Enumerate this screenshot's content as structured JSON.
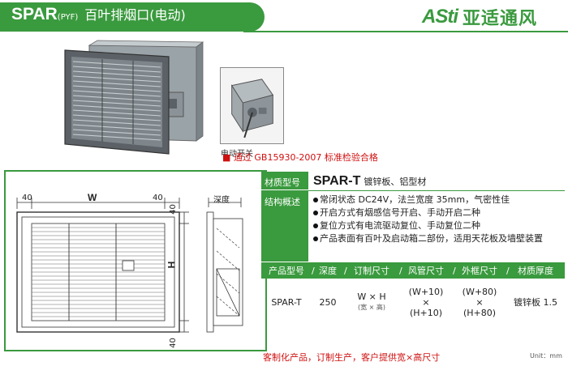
{
  "header": {
    "model": "SPAR",
    "model_code": "(PYF)",
    "title_cn": "百叶排烟口(电动)"
  },
  "logo": {
    "mark": "ASti",
    "name": "亚适通风"
  },
  "colors": {
    "brand_green": "#3a9a3e",
    "note_red": "#d01010"
  },
  "inset_label": "电动开关",
  "certification": "■ 通过 GB15930-2007 标准检验合格",
  "drawing": {
    "width_label": "W",
    "height_label": "H",
    "margin_left": "40",
    "margin_right": "40",
    "margin_top": "40",
    "margin_bottom": "40",
    "depth_label": "深度"
  },
  "spec": {
    "material_key": "材质型号",
    "material_model": "SPAR-T",
    "material_desc": "镀锌板、铝型材",
    "structure_key": "结构概述",
    "features": [
      "常闭状态 DC24V，法兰宽度 35mm，气密性佳",
      "开启方式有烟感信号开启、手动开启二种",
      "复位方式有电流驱动复位、手动复位二种",
      "产品表面有百叶及启动箱二部份，适用天花板及墙壁装置"
    ]
  },
  "product_table": {
    "headers": [
      "产品型号",
      "深度",
      "订制尺寸",
      "风管尺寸",
      "外框尺寸",
      "材质厚度"
    ],
    "row": {
      "model": "SPAR-T",
      "depth": "250",
      "custom_top": "W × H",
      "custom_sub": "(宽 × 高)",
      "duct_top": "(W+10)",
      "duct_mid": "×",
      "duct_bot": "(H+10)",
      "frame_top": "(W+80)",
      "frame_mid": "×",
      "frame_bot": "(H+80)",
      "thickness": "镀锌板 1.5"
    }
  },
  "footer_note": "客制化产品，订制生产，客户提供宽×高尺寸",
  "unit": "Unit：mm"
}
